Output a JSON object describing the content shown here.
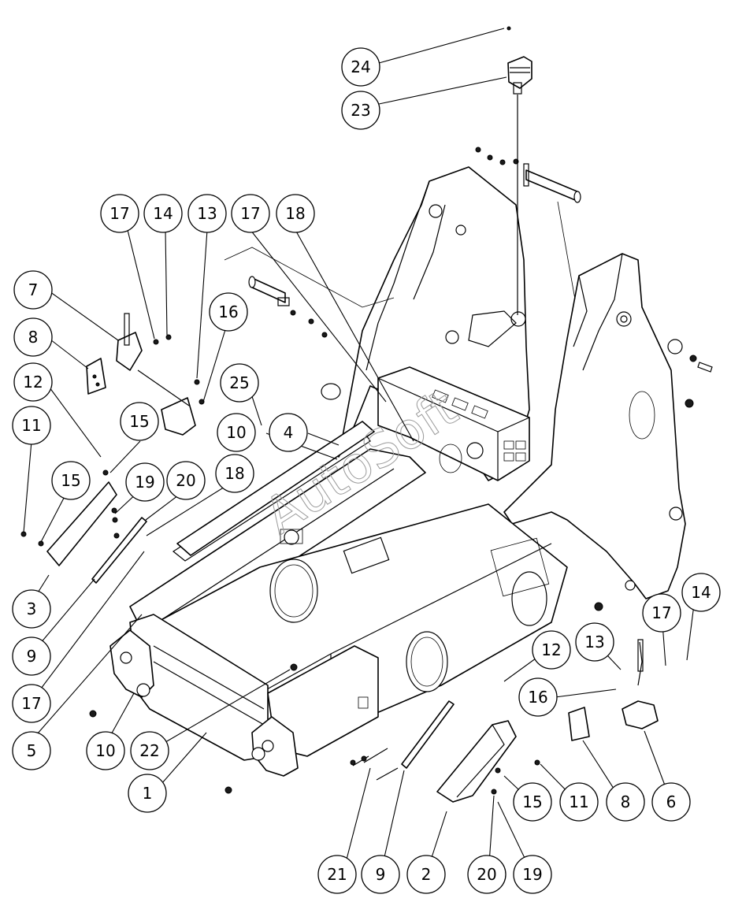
{
  "watermark": "AutoSoft",
  "callouts": [
    {
      "id": "c1",
      "label": "24"
    },
    {
      "id": "c2",
      "label": "23"
    },
    {
      "id": "c3",
      "label": "17"
    },
    {
      "id": "c4",
      "label": "14"
    },
    {
      "id": "c5",
      "label": "13"
    },
    {
      "id": "c6",
      "label": "17"
    },
    {
      "id": "c7",
      "label": "18"
    },
    {
      "id": "c8",
      "label": "7"
    },
    {
      "id": "c9",
      "label": "16"
    },
    {
      "id": "c10",
      "label": "8"
    },
    {
      "id": "c11",
      "label": "25"
    },
    {
      "id": "c12",
      "label": "12"
    },
    {
      "id": "c13",
      "label": "10"
    },
    {
      "id": "c14",
      "label": "4"
    },
    {
      "id": "c15",
      "label": "11"
    },
    {
      "id": "c16",
      "label": "15"
    },
    {
      "id": "c17",
      "label": "15"
    },
    {
      "id": "c18",
      "label": "19"
    },
    {
      "id": "c19",
      "label": "20"
    },
    {
      "id": "c20",
      "label": "18"
    },
    {
      "id": "c21",
      "label": "3"
    },
    {
      "id": "c22",
      "label": "9"
    },
    {
      "id": "c23",
      "label": "17"
    },
    {
      "id": "c24",
      "label": "5"
    },
    {
      "id": "c25",
      "label": "10"
    },
    {
      "id": "c26",
      "label": "22"
    },
    {
      "id": "c27",
      "label": "1"
    },
    {
      "id": "c28",
      "label": "14"
    },
    {
      "id": "c29",
      "label": "17"
    },
    {
      "id": "c30",
      "label": "13"
    },
    {
      "id": "c31",
      "label": "12"
    },
    {
      "id": "c32",
      "label": "16"
    },
    {
      "id": "c33",
      "label": "8"
    },
    {
      "id": "c34",
      "label": "6"
    },
    {
      "id": "c35",
      "label": "15"
    },
    {
      "id": "c36",
      "label": "11"
    },
    {
      "id": "c37",
      "label": "21"
    },
    {
      "id": "c38",
      "label": "9"
    },
    {
      "id": "c39",
      "label": "2"
    },
    {
      "id": "c40",
      "label": "20"
    },
    {
      "id": "c41",
      "label": "19"
    }
  ]
}
